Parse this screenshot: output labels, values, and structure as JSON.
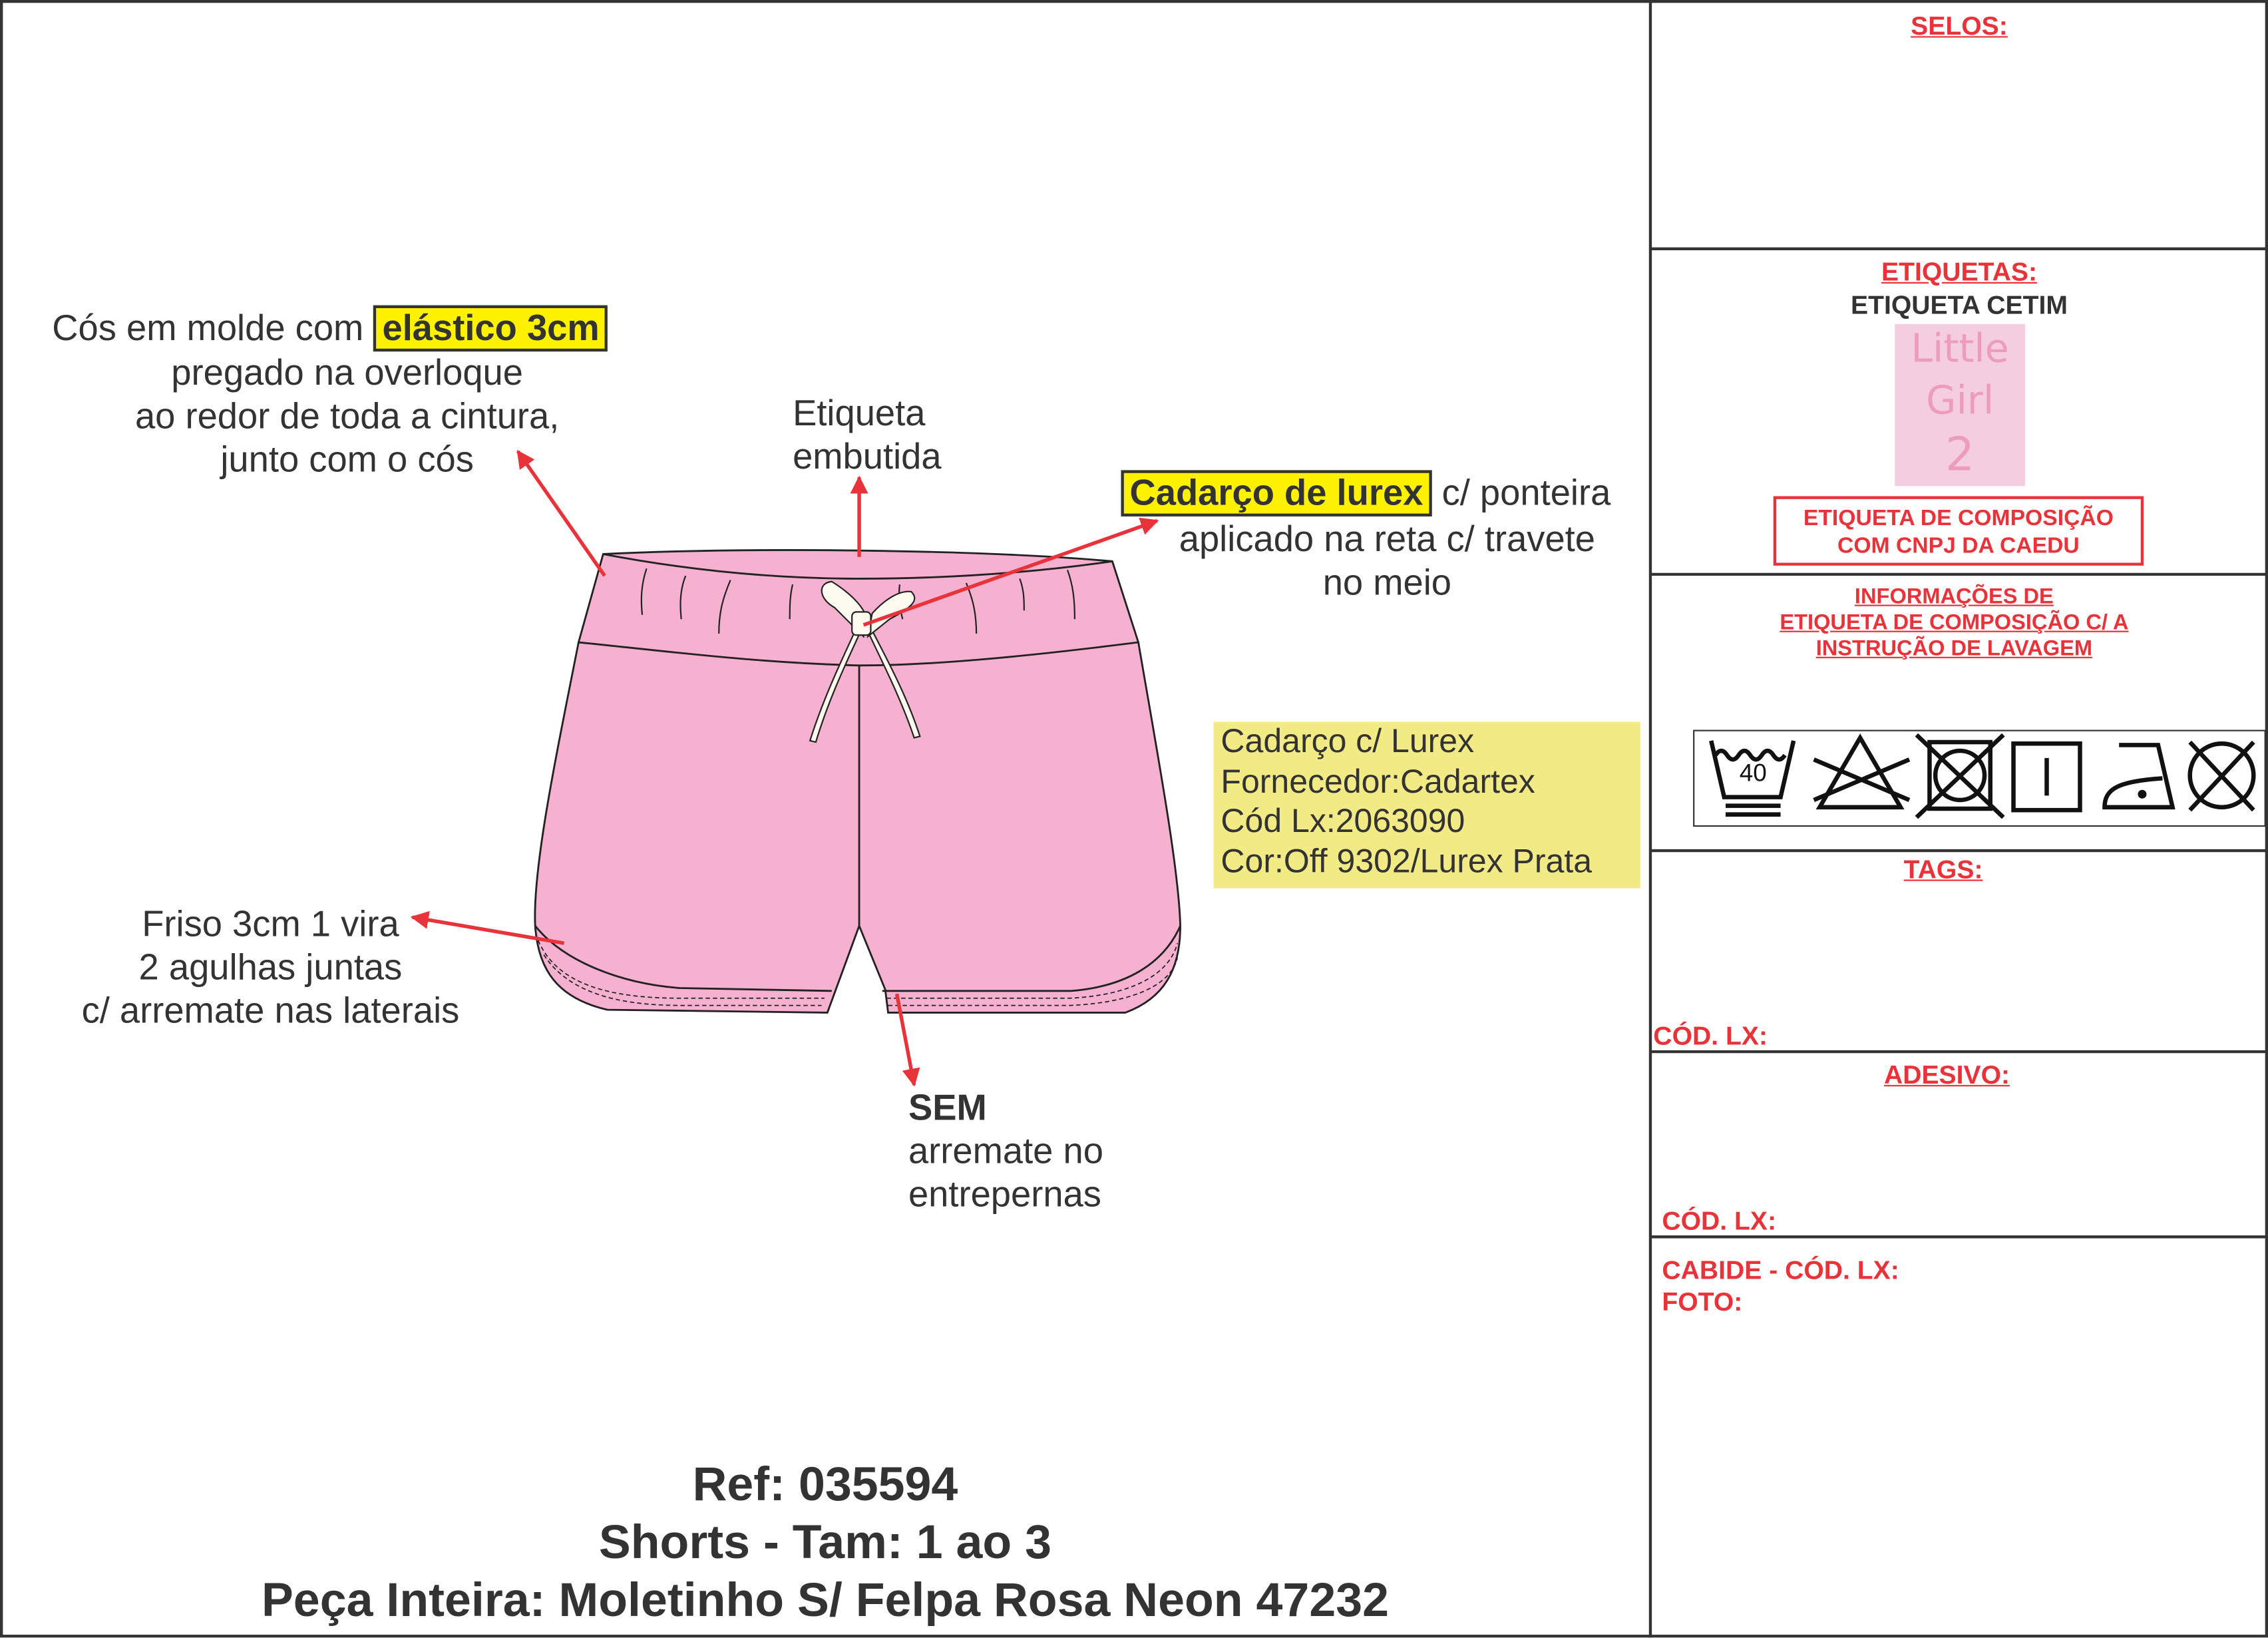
{
  "callouts": {
    "waistband": {
      "highlight": "elástico 3cm",
      "prefix": "Cós em molde com",
      "lines": [
        "pregado na overloque",
        "ao redor de toda a cintura,",
        "junto com o cós"
      ]
    },
    "label": {
      "lines": [
        "Etiqueta",
        "embutida"
      ]
    },
    "drawstring": {
      "highlight": "Cadarço de lurex",
      "suffix": "c/ ponteira",
      "lines": [
        "aplicado na reta c/ travete",
        "no meio"
      ]
    },
    "hem": {
      "lines": [
        "Friso 3cm 1 vira",
        "2 agulhas juntas",
        "c/ arremate nas laterais"
      ]
    },
    "crotch": {
      "bold": "SEM",
      "lines": [
        "arremate no",
        "entrepernas"
      ]
    }
  },
  "trim_info": {
    "lines": [
      "Cadarço c/ Lurex",
      "Fornecedor:Cadartex",
      "Cód Lx:2063090",
      "Cor:Off 9302/Lurex Prata"
    ]
  },
  "footer": {
    "ref": "Ref: 035594",
    "product": "Shorts - Tam: 1 ao 3",
    "fabric": "Peça Inteira: Moletinho S/ Felpa Rosa Neon 47232"
  },
  "side_panel": {
    "selos": "SELOS:",
    "etiquetas": "ETIQUETAS:",
    "etiqueta_cetim": "ETIQUETA CETIM",
    "brand_label": {
      "line1": "Little",
      "line2": "Girl",
      "size": "2"
    },
    "composicao": [
      "ETIQUETA DE COMPOSIÇÃO",
      "COM CNPJ DA CAEDU"
    ],
    "info": [
      "INFORMAÇÕES DE",
      "ETIQUETA DE COMPOSIÇÃO C/ A",
      "INSTRUÇÃO DE LAVAGEM"
    ],
    "wash_temp": "40",
    "care_icons": [
      "wash-40-gentle-icon",
      "no-bleach-icon",
      "no-tumble-dry-icon",
      "line-dry-icon",
      "iron-low-icon",
      "no-dry-clean-icon"
    ],
    "tags": "TAGS:",
    "tags_cod": "CÓD. LX:",
    "adesivo": "ADESIVO:",
    "adesivo_cod": "CÓD. LX:",
    "cabide": "CABIDE - CÓD. LX:",
    "foto": "FOTO:"
  },
  "colors": {
    "fabric": "#f5b1cf",
    "accent": "#e8333a",
    "highlight": "#fff200",
    "info_box": "#f2ea85",
    "label": "#f4cde0"
  }
}
